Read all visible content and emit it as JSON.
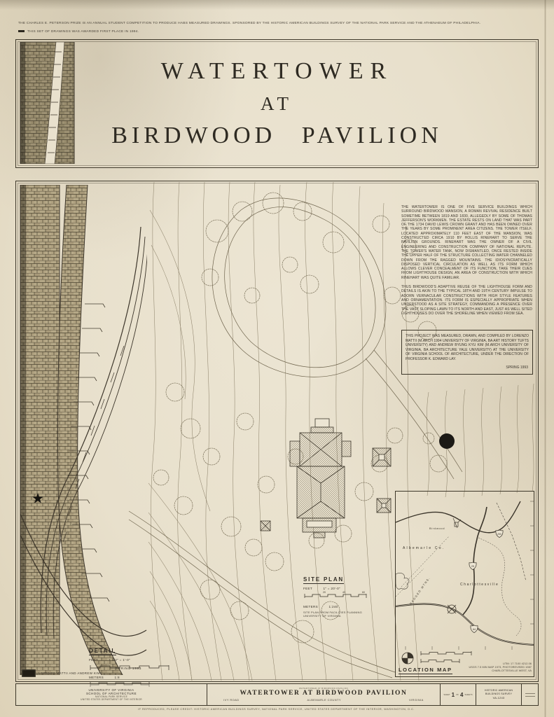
{
  "header": {
    "line1": "THE CHARLES E. PETERSON PRIZE IS AN ANNUAL STUDENT COMPETITION TO PRODUCE HABS MEASURED DRAWINGS. SPONSORED BY THE HISTORIC AMERICAN BUILDINGS SURVEY OF THE NATIONAL PARK SERVICE AND THE ATHENAEUM OF PHILADELPHIA.",
    "line2": "THIS SET OF DRAWINGS WAS AWARDED FIRST PLACE IN 1994."
  },
  "title_panel": {
    "line1": "WATERTOWER",
    "line2": "AT",
    "line3": "BIRDWOOD PAVILION"
  },
  "description": {
    "para1": "THE WATERTOWER IS ONE OF FIVE SERVICE BUILDINGS WHICH SURROUND BIRDWOOD MANSION, A ROMAN REVIVAL RESIDENCE BUILT SOMETIME BETWEEN 1819 AND 1830, ALLEGEDLY BY SOME OF THOMAS JEFFERSON'S WORKMEN. THE ESTATE RESTS ON LAND THAT WAS PART OF THE 1734 DAVID LEWIS CROWN GRANT AND HAS BEEN OWNED OVER THE YEARS BY SOME PROMINENT AREA CITIZENS. THE TOWER ITSELF, LOCATED APPROXIMATELY 110 FEET EAST OF THE MANSION, WAS CONSTRUCTED CIRCA 1910 BY HOLLIS RINEHART TO SERVE THE PAVILION GROUNDS. RINEHART WAS THE OWNER OF A CIVIL ENGINEERING AND CONSTRUCTION COMPANY OF NATIONAL REPUTE. THE TOWER'S WATER TANK, NOW DISMANTLED, ONCE RESTED INSIDE THE UPPER HALF OF THE STRUCTURE COLLECTING WATER CHANNELED DOWN FROM THE RAGGED MOUNTAINS. THE IDIOSYNCRATICALLY DISPOSED VERTICAL CIRCULATION AS WELL AS ITS FORM WHICH ALLOWS CLEVER CONCEALMENT OF ITS FUNCTION, TAKE THEIR CUES FROM LIGHTHOUSE DESIGN, AN AREA OF CONSTRUCTION WITH WHICH RINEHART WAS QUITE FAMILIAR.",
    "para2": "THUS BIRDWOOD'S ADAPTIVE REUSE OF THE LIGHTHOUSE FORM AND DETAILS IS AKIN TO THE TYPICAL 18TH AND 19TH CENTURY IMPULSE TO ADORN VERNACULAR CONSTRUCTIONS WITH HIGH STYLE FEATURES AND ORNAMENTATION. ITS FORM IS ESPECIALLY APPROPRIATE WHEN UNDERSTOOD AS A SITE STRATEGY, COMMANDING A PRESENCE OVER THE VAST SLOPING LAWN TO ITS NORTH AND EAST, JUST AS WELL SITED LIGHTHOUSES DO OVER THE SHORELINE WHEN VIEWED FROM SEA."
  },
  "credits": {
    "text": "THIS PROJECT WAS MEASURED, DRAWN, AND COMPILED BY LORENZO MATTII (M.ARCH 1994 UNIVERSITY OF VIRGINIA, BA ART HISTORY TUFTS UNIVERSITY) AND ANDREW BYUNG KYU KIM (M.ARCH UNIVERSITY OF VIRGINIA, BA ARCHITECTURE YALE UNIVERSITY) AT THE UNIVERSITY OF VIRGINIA SCHOOL OF ARCHITECTURE, UNDER THE DIRECTION OF PROFESSOR K. EDWARD LAY.",
    "date": "SPRING 1993"
  },
  "site_plan": {
    "title": "SITE PLAN",
    "feet_label": "FEET",
    "feet_scale": "1\" = 20'-0\"",
    "ticks": [
      "20",
      "40",
      "60"
    ],
    "meters_label": "METERS",
    "meters_scale": "1:240",
    "source_line1": "SITE PLAN FROM FACILITIES PLANNING",
    "source_line2": "UNIVERSITY OF VIRGINIA"
  },
  "detail_block": {
    "title": "DETAIL",
    "feet_label": "FEET",
    "feet_scale": "1 1/2\" = 1'-0\"",
    "meters_label": "METERS",
    "meters_scale": "1:8",
    "date": "SPRING 1993"
  },
  "drafters": "LORENZO MATTII AND ANDREW KIM",
  "location_map": {
    "title": "LOCATION MAP",
    "site": "Birdwood",
    "county": "Albemarle Co.",
    "city": "Charlottesville",
    "mountains": "RAGGED MTNS.",
    "routes": [
      "250",
      "29",
      "64"
    ],
    "notes": [
      "UTM: 17 7100 4212.06",
      "USGS 7.5 MIN MAP 1973, PHOTOREVISED 1987",
      "CHARLOTTESVILLE WEST, VA"
    ]
  },
  "title_bar": {
    "left": [
      "UNIVERSITY OF VIRGINIA",
      "SCHOOL OF ARCHITECTURE",
      "NATIONAL PARK SERVICE",
      "UNITED STATES DEPARTMENT OF THE INTERIOR"
    ],
    "center_caption": "WATERTOWER AT BIRDWOOD PAVILION",
    "center_title": "WATERTOWER AT BIRDWOOD PAVILION",
    "center_sub": [
      "IVY ROAD",
      "ALBEMARLE COUNTY",
      "VIRGINIA"
    ],
    "sheet": [
      "SHEET",
      "1",
      "OF",
      "4",
      "SHEETS"
    ],
    "survey": [
      "HISTORIC AMERICAN",
      "BUILDINGS SURVEY",
      "VA-1243"
    ],
    "footer": "IF REPRODUCED, PLEASE CREDIT: HISTORIC AMERICAN BUILDINGS SURVEY, NATIONAL PARK SERVICE, UNITED STATES DEPARTMENT OF THE INTERIOR, WASHINGTON, D.C."
  }
}
